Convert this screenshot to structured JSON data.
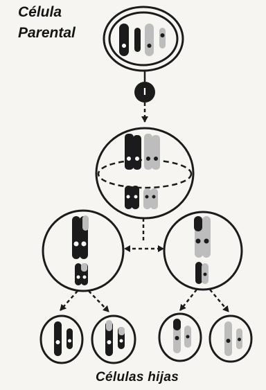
{
  "labels": {
    "parent_line1": "Célula",
    "parent_line2": "Parental",
    "daughters": "Células hijas",
    "marker": "I"
  },
  "colors": {
    "dark": "#1b1b1b",
    "light": "#bdbdbd",
    "background": "#f6f5f2"
  }
}
